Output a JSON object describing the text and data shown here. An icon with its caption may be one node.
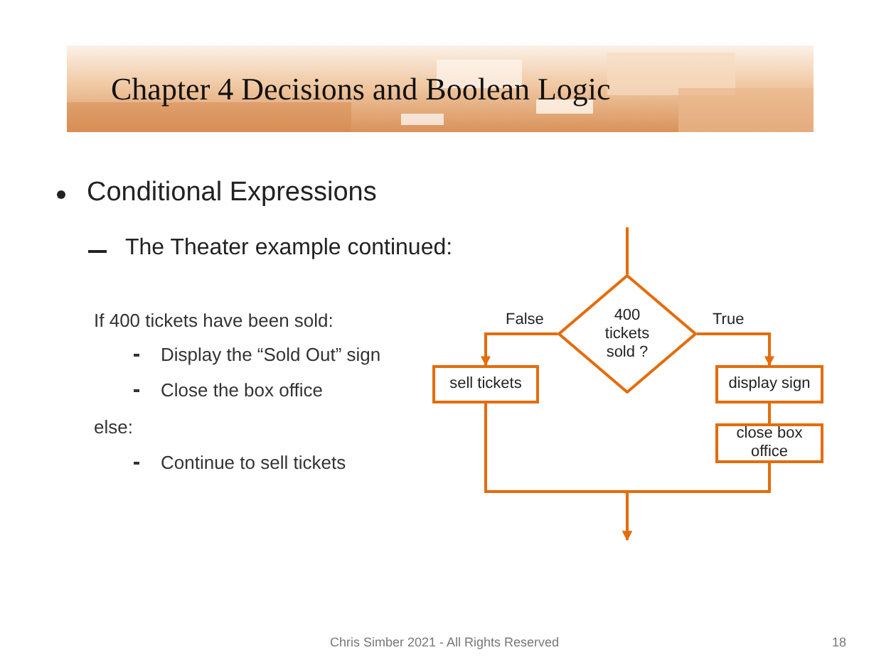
{
  "diagram": {
    "title": "Chapter 4 Decisions and Boolean Logic",
    "nodes": [
      {
        "text": [
          "400 tickets sold ?"
        ]
      },
      {
        "text": [
          "sell tickets"
        ]
      },
      {
        "text": [
          "display sign"
        ]
      },
      {
        "text": [
          "close box office"
        ]
      }
    ],
    "edges": [
      {
        "from": null,
        "to": 0,
        "arrow": "none"
      },
      {
        "from": 0,
        "to": 1,
        "arrow": "to",
        "label": "False"
      },
      {
        "from": 0,
        "to": 2,
        "arrow": "to",
        "label": "True"
      },
      {
        "from": 2,
        "to": 3,
        "arrow": "none"
      },
      {
        "from": 1,
        "to": null,
        "arrow": "to"
      },
      {
        "from": 3,
        "to": null,
        "arrow": "to"
      }
    ],
    "labels": [
      "Conditional Expressions",
      "The Theater example continued:",
      "If 400 tickets have been sold:",
      "Display the “Sold Out” sign",
      "Close the box office",
      "else:",
      "Continue to sell tickets",
      "Chris Simber 2021  - All Rights Reserved",
      "18"
    ]
  }
}
